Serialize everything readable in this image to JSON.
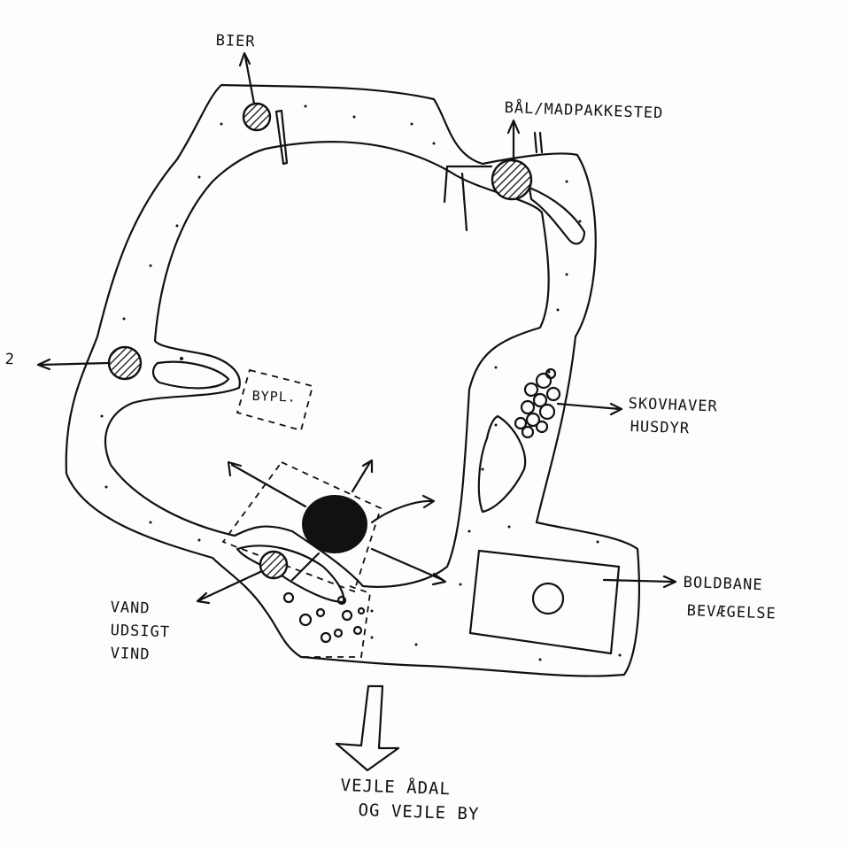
{
  "labels": {
    "bier": "BIER",
    "baal": "BÅL/MADPAKKESTED",
    "two": "2",
    "bypl": "BYPL.",
    "skovhaver_line1": "SKOVHAVER",
    "skovhaver_line2": "HUSDYR",
    "boldbane_line1": "BOLDBANE",
    "boldbane_line2": "BEVÆGELSE",
    "vand_line1": "VAND",
    "vand_line2": "UDSIGT",
    "vand_line3": "VIND",
    "vejle_line1": "VEJLE ÅDAL",
    "vejle_line2": "OG VEJLE BY"
  },
  "colors": {
    "ink": "#111111",
    "paper": "#fdfdfd"
  }
}
